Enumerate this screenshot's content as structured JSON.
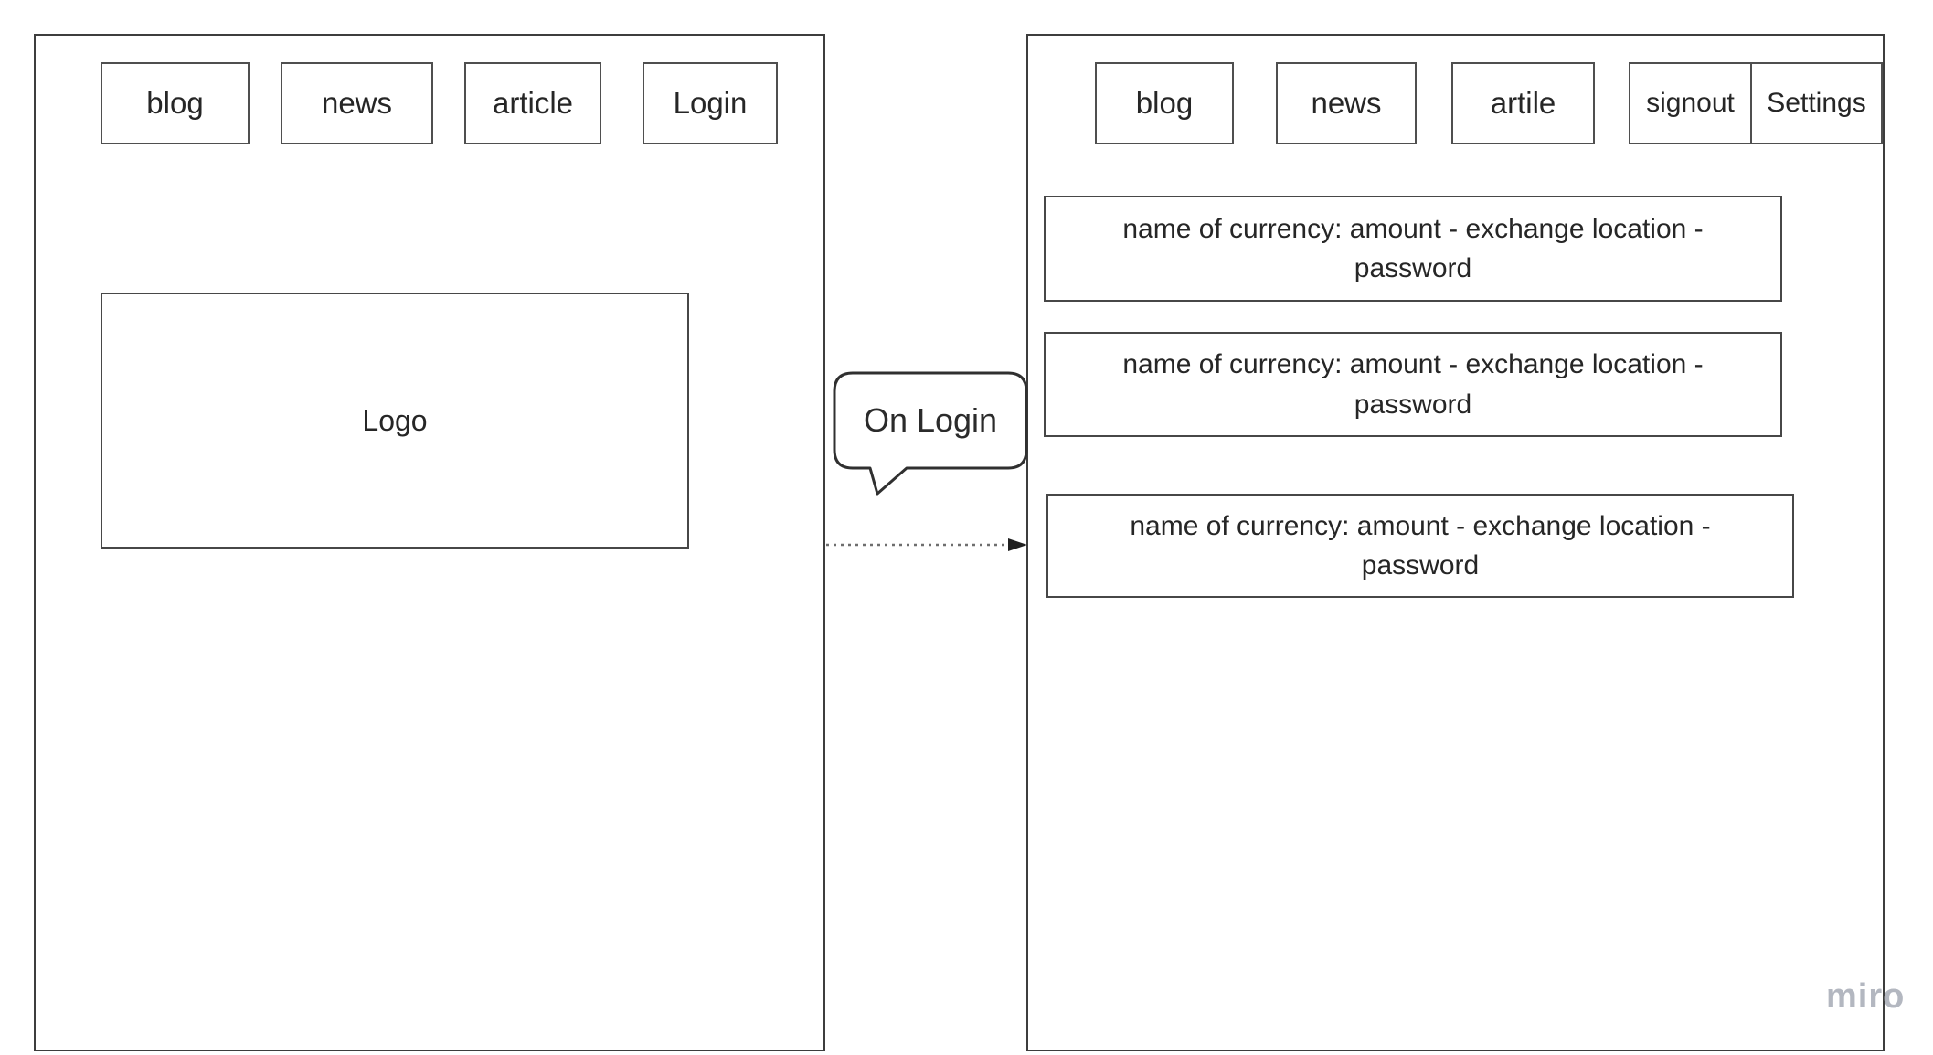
{
  "board": {
    "watermark": "miro",
    "colors": {
      "shape_border": "#474747",
      "frame_border": "#3d3d3d",
      "watermark_gray": "#b3b7c0"
    }
  },
  "left_page": {
    "nav": [
      "blog",
      "news",
      "article",
      "Login"
    ],
    "logo_label": "Logo"
  },
  "right_page": {
    "nav": [
      "blog",
      "news",
      "artile",
      "signout",
      "Settings"
    ],
    "cards": [
      "name of currency: amount - exchange location - password",
      "name of currency: amount - exchange location - password",
      "name of currency: amount - exchange location - password"
    ]
  },
  "annotation": {
    "bubble_label": "On Login"
  }
}
